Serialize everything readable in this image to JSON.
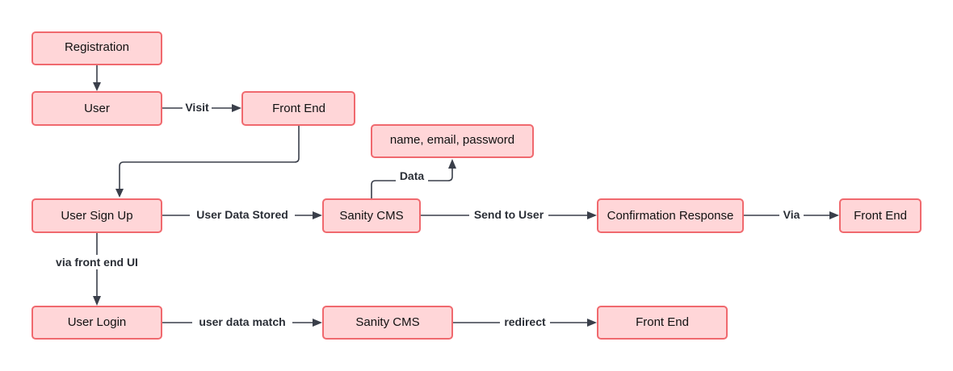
{
  "colors": {
    "node_fill": "#ffd6d8",
    "node_border": "#f0696e",
    "edge": "#3a3f4a",
    "text": "#111111"
  },
  "nodes": {
    "registration": {
      "label": "Registration"
    },
    "user": {
      "label": "User"
    },
    "front_end_1": {
      "label": "Front End"
    },
    "data_fields": {
      "label": "name, email, password"
    },
    "user_sign_up": {
      "label": "User Sign Up"
    },
    "sanity_cms_1": {
      "label": "Sanity CMS"
    },
    "confirmation_response": {
      "label": "Confirmation Response"
    },
    "front_end_2": {
      "label": "Front End"
    },
    "user_login": {
      "label": "User Login"
    },
    "sanity_cms_2": {
      "label": "Sanity CMS"
    },
    "front_end_3": {
      "label": "Front End"
    }
  },
  "edges": {
    "visit": {
      "label": "Visit"
    },
    "data": {
      "label": "Data"
    },
    "user_data_stored": {
      "label": "User Data Stored"
    },
    "send_to_user": {
      "label": "Send to User"
    },
    "via": {
      "label": "Via"
    },
    "via_front_end_ui": {
      "label": "via front end UI"
    },
    "user_data_match": {
      "label": "user data match"
    },
    "redirect": {
      "label": "redirect"
    }
  }
}
